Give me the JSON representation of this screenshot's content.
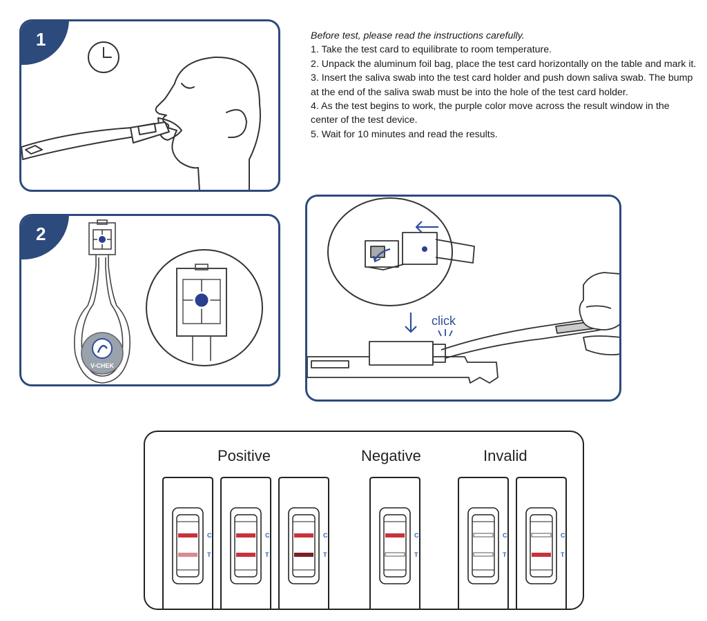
{
  "steps": [
    {
      "number": "1"
    },
    {
      "number": "2"
    }
  ],
  "instructions": {
    "intro": "Before test, please read the instructions carefully.",
    "items": [
      "1. Take the test card to equilibrate to room temperature.",
      "2. Unpack the aluminum foil bag, place the test card horizontally on the table and mark it.",
      "3. Insert the saliva swab into the test card holder and push down saliva swab. The bump at the end of the saliva swab must be into the hole of the test card holder.",
      "4. As the test begins to work, the purple color move across the result window in the center of the test device.",
      "5. Wait for 10 minutes and read the results."
    ]
  },
  "swab": {
    "brand": "V-CHEK"
  },
  "insert_panel": {
    "click_label": "click"
  },
  "results": {
    "groups": [
      {
        "label": "Positive"
      },
      {
        "label": "Negative"
      },
      {
        "label": "Invalid"
      }
    ],
    "line_labels": {
      "c": "C",
      "t": "T"
    },
    "colors": {
      "line_red": "#c8323c",
      "line_faint": "#d98a92",
      "line_dark": "#7a1e24",
      "letter_blue": "#2b63b8"
    },
    "cards": [
      {
        "group": "Positive",
        "c_line": "red",
        "t_line": "faint"
      },
      {
        "group": "Positive",
        "c_line": "red",
        "t_line": "red"
      },
      {
        "group": "Positive",
        "c_line": "red",
        "t_line": "dark"
      },
      {
        "group": "Negative",
        "c_line": "red",
        "t_line": "none"
      },
      {
        "group": "Invalid",
        "c_line": "none",
        "t_line": "none"
      },
      {
        "group": "Invalid",
        "c_line": "none",
        "t_line": "red"
      }
    ]
  },
  "colors": {
    "panel_border": "#2c4a7c",
    "accent_blue": "#2f4f9a"
  }
}
